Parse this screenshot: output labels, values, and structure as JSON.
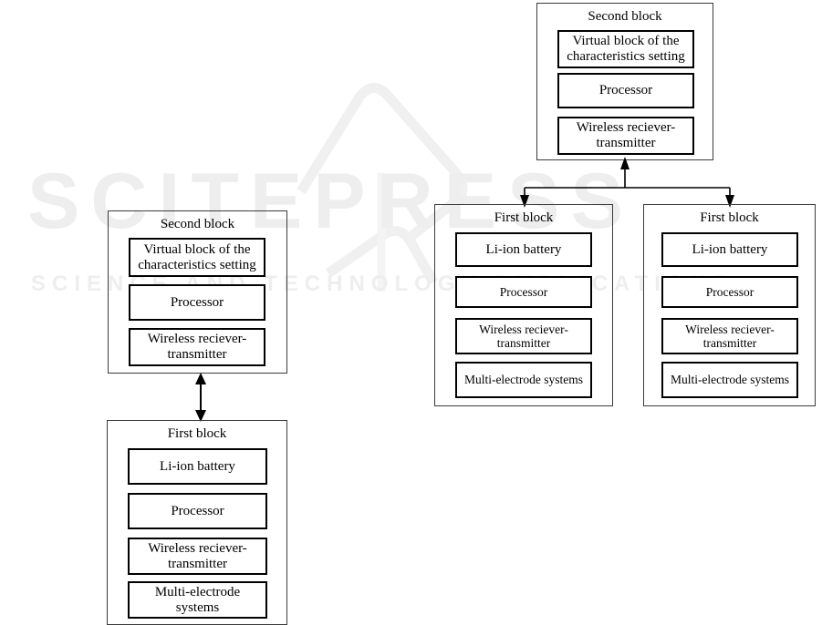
{
  "figure": {
    "kind": "block-diagram",
    "watermark": {
      "main": "SCITEPRESS",
      "sub": "SCIENCE AND TECHNOLOGY PUBLICATIONS"
    },
    "labels": {
      "second_block": "Second block",
      "first_block": "First block",
      "virtual_block": "Virtual block of the characteristics setting",
      "processor": "Processor",
      "wireless": "Wireless reciever-transmitter",
      "battery": "Li-ion battery",
      "electrodes": "Multi-electrode systems"
    },
    "colors": {
      "outline": "#3b3b3b",
      "inner_outline": "#000000",
      "background": "#ffffff",
      "watermark": "#eeeeee"
    }
  },
  "left_diagram": {
    "second_block": {
      "title": "Second block",
      "modules": [
        "Virtual block of the characteristics setting",
        "Processor",
        "Wireless reciever-transmitter"
      ]
    },
    "first_block": {
      "title": "First block",
      "modules": [
        "Li-ion battery",
        "Processor",
        "Wireless reciever-transmitter",
        "Multi-electrode systems"
      ]
    },
    "connector": {
      "type": "double-arrow",
      "direction": "vertical-bidirectional"
    }
  },
  "right_diagram": {
    "second_block": {
      "title": "Second block",
      "modules": [
        "Virtual block of the characteristics setting",
        "Processor",
        "Wireless reciever-transmitter"
      ]
    },
    "first_block_a": {
      "title": "First block",
      "modules": [
        "Li-ion battery",
        "Processor",
        "Wireless reciever-transmitter",
        "Multi-electrode systems"
      ]
    },
    "first_block_b": {
      "title": "First block",
      "modules": [
        "Li-ion battery",
        "Processor",
        "Wireless reciever-transmitter",
        "Multi-electrode systems"
      ]
    },
    "connector": {
      "type": "tree",
      "up_arrow": "arrow-up-to-second-block",
      "down_arrows": "arrow-down-to-each-first-block"
    }
  }
}
